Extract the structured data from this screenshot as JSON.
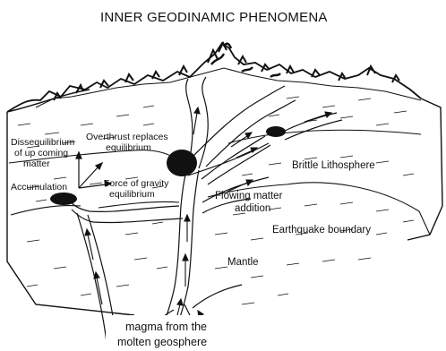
{
  "title": "INNER GEODINAMIC PHENOMENA",
  "labels": {
    "disequilibrium": [
      "Dissequilibrium",
      "of up coming",
      "matter"
    ],
    "accumulation": "Accumulation",
    "overthrust": [
      "Overthrust replaces",
      "equilibrium"
    ],
    "force_of_gravity": [
      "Force of gravity",
      "equilibrium"
    ],
    "brittle_lithosphere": "Brittle Lithosphere",
    "flowing_matter": [
      "Flowing matter",
      "addition"
    ],
    "earthquake_boundary": "Earthquake boundary",
    "mantle": "Mantle",
    "magma": [
      "magma from the",
      "molten geosphere"
    ]
  },
  "colors": {
    "ink": "#111111",
    "paper": "#ffffff"
  }
}
